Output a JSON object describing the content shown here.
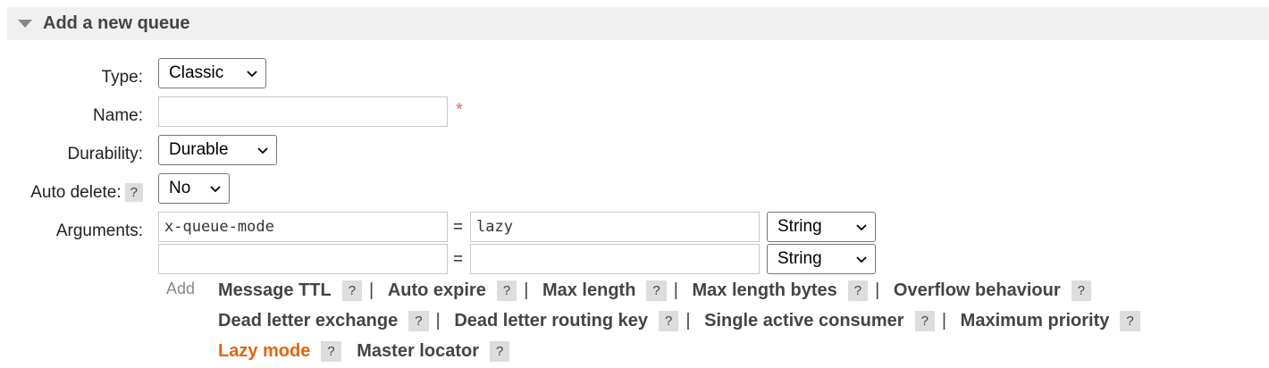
{
  "section": {
    "title": "Add a new queue"
  },
  "form": {
    "type_label": "Type:",
    "type_value": "Classic",
    "name_label": "Name:",
    "name_value": "",
    "required_marker": "*",
    "durability_label": "Durability:",
    "durability_value": "Durable",
    "auto_delete_label": "Auto delete:",
    "auto_delete_help": "?",
    "auto_delete_value": "No",
    "arguments_label": "Arguments:",
    "arguments": [
      {
        "key": "x-queue-mode",
        "value": "lazy",
        "type": "String"
      },
      {
        "key": "",
        "value": "",
        "type": "String"
      }
    ],
    "equals": "=",
    "add_label": "Add"
  },
  "argument_links": [
    [
      {
        "label": "Message TTL",
        "help": "?"
      },
      {
        "label": "Auto expire",
        "help": "?"
      },
      {
        "label": "Max length",
        "help": "?"
      },
      {
        "label": "Max length bytes",
        "help": "?"
      },
      {
        "label": "Overflow behaviour",
        "help": "?"
      }
    ],
    [
      {
        "label": "Dead letter exchange",
        "help": "?"
      },
      {
        "label": "Dead letter routing key",
        "help": "?"
      },
      {
        "label": "Single active consumer",
        "help": "?"
      },
      {
        "label": "Maximum priority",
        "help": "?"
      }
    ],
    [
      {
        "label": "Lazy mode",
        "help": "?",
        "active": true
      },
      {
        "label": "Master locator",
        "help": "?"
      }
    ]
  ],
  "separator": "|",
  "colors": {
    "active_link": "#e8630a",
    "header_bg": "#f0f0f0",
    "help_bg": "#dddddd",
    "required": "#e07070"
  }
}
